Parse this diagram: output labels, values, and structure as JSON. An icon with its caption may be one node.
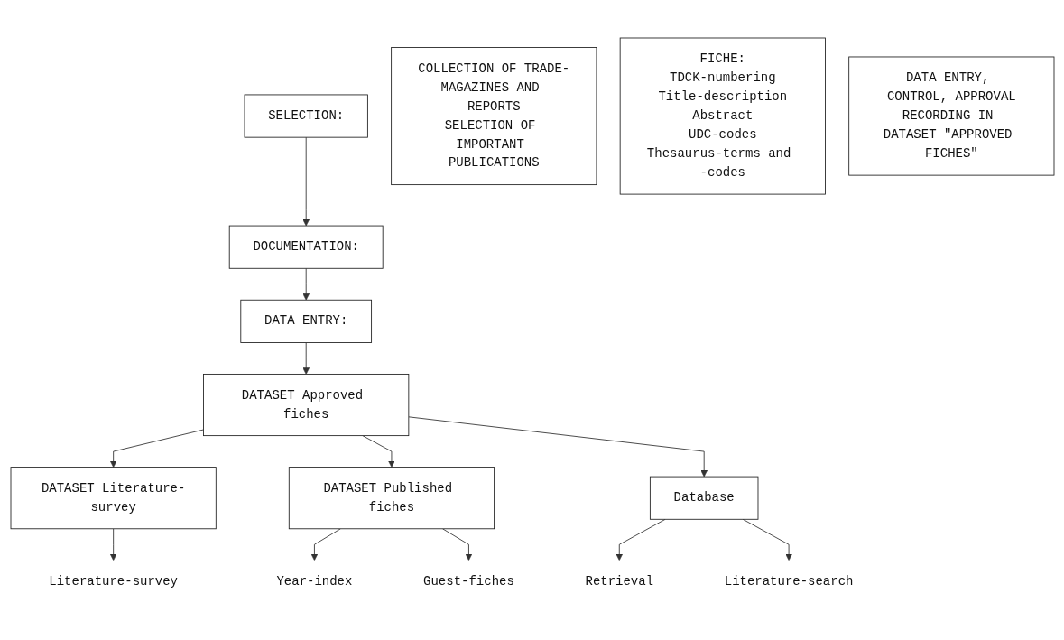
{
  "diagram": {
    "nodes": [
      {
        "text": [
          "SELECTION:"
        ]
      },
      {
        "text": [
          "COLLECTION OF TRADE-MAGAZINES AND REPORTS",
          "SELECTION OF IMPORTANT PUBLICATIONS"
        ]
      },
      {
        "text": [
          "DOCUMENTATION:"
        ]
      },
      {
        "text": [
          "FICHE:",
          "TDCK-numbering",
          "Title-description",
          "Abstract",
          "UDC-codes",
          "Thesaurus-terms and -codes"
        ]
      },
      {
        "text": [
          "DATA ENTRY:"
        ]
      },
      {
        "text": [
          "DATA ENTRY, CONTROL, APPROVAL",
          "RECORDING IN DATASET \"APPROVED FICHES\""
        ]
      },
      {
        "text": [
          "DATASET Approved fiches"
        ]
      },
      {
        "text": [
          "DATASET Literature-survey"
        ]
      },
      {
        "text": [
          "DATASET Published fiches"
        ]
      },
      {
        "text": [
          "Database"
        ]
      },
      {
        "text": [
          "Literature-survey"
        ]
      },
      {
        "text": [
          "Year-index"
        ]
      },
      {
        "text": [
          "Guest-fiches"
        ]
      },
      {
        "text": [
          "Retrieval"
        ]
      },
      {
        "text": [
          "Literature-search"
        ]
      }
    ],
    "edges": [
      {
        "from": 0,
        "to": 2,
        "arrow": "to"
      },
      {
        "from": 2,
        "to": 4,
        "arrow": "to"
      },
      {
        "from": 4,
        "to": 6,
        "arrow": "to"
      },
      {
        "from": 6,
        "to": 7,
        "arrow": "to"
      },
      {
        "from": 6,
        "to": 8,
        "arrow": "to"
      },
      {
        "from": 6,
        "to": 9,
        "arrow": "to"
      },
      {
        "from": 7,
        "to": 10,
        "arrow": "to"
      },
      {
        "from": 8,
        "to": 11,
        "arrow": "to"
      },
      {
        "from": 8,
        "to": 12,
        "arrow": "to"
      },
      {
        "from": 9,
        "to": 13,
        "arrow": "to"
      },
      {
        "from": 9,
        "to": 14,
        "arrow": "to"
      }
    ]
  }
}
